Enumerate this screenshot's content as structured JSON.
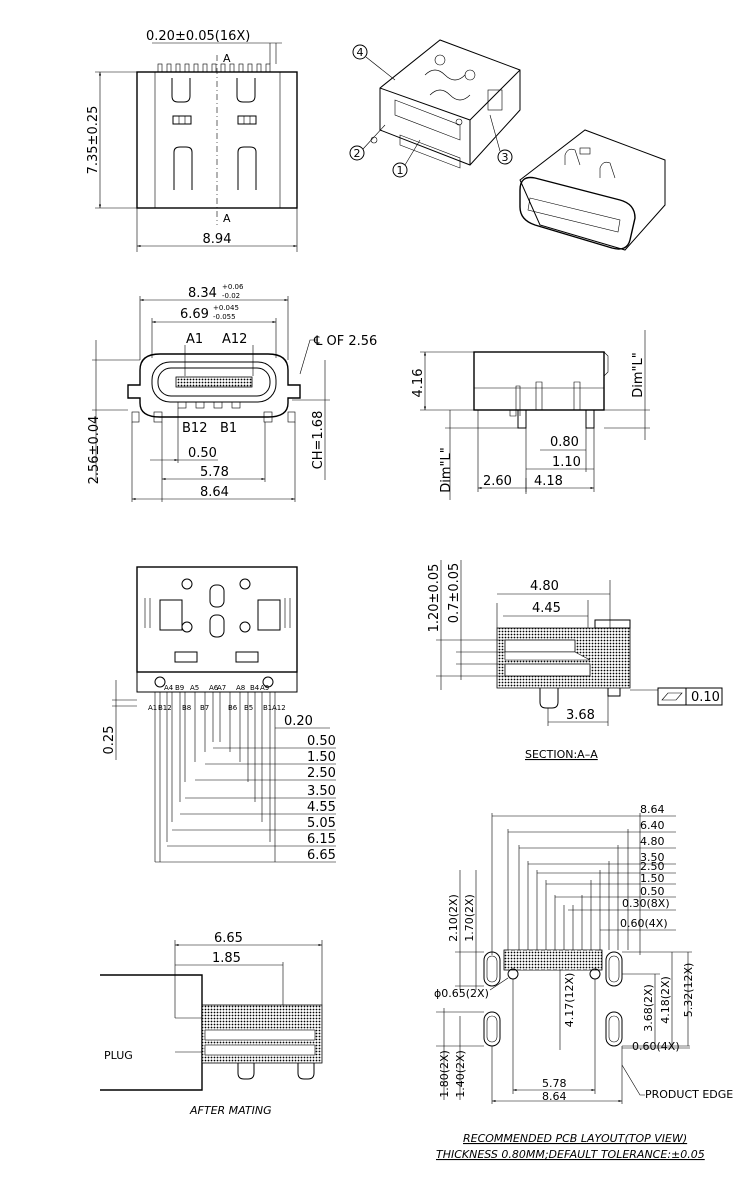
{
  "top_view": {
    "pitch_dim": "0.20±0.05(16X)",
    "height_dim": "7.35±0.25",
    "width_dim": "8.94",
    "section_mark_top": "A",
    "section_mark_bottom": "A"
  },
  "isometric": {
    "callouts": [
      "1",
      "2",
      "3",
      "4"
    ]
  },
  "front_view": {
    "outer_width": "8.34",
    "outer_tol_plus": "+0.06",
    "outer_tol_minus": "-0.02",
    "inner_width": "6.69",
    "inner_tol_plus": "+0.045",
    "inner_tol_minus": "-0.055",
    "label_a1": "A1",
    "label_a12": "A12",
    "label_b12": "B12",
    "label_b1": "B1",
    "centerline_note": "℄ OF 2.56",
    "height_dim": "2.56±0.04",
    "ch_dim": "CH=1.68",
    "dim_050": "0.50",
    "dim_578": "5.78",
    "dim_864": "8.64"
  },
  "side_view": {
    "height": "4.16",
    "dim_l_right": "Dim\"L\"",
    "dim_l_left": "Dim\"L\"",
    "dim_080": "0.80",
    "dim_110": "1.10",
    "dim_260": "2.60",
    "dim_418": "4.18"
  },
  "bottom_view": {
    "pin_labels_top": [
      "A4",
      "B9",
      "A5",
      "A6",
      "A7",
      "A8",
      "B4",
      "A9"
    ],
    "pin_labels_bottom": [
      "A1",
      "B12",
      "B8",
      "B7",
      "B6",
      "B5",
      "B1",
      "A12"
    ],
    "dim_025": "0.25",
    "dims": [
      "0.20",
      "0.50",
      "1.50",
      "2.50",
      "3.50",
      "4.55",
      "5.05",
      "6.15",
      "6.65"
    ]
  },
  "section": {
    "dim_120": "1.20±0.05",
    "dim_07": "0.7±0.05",
    "dim_480": "4.80",
    "dim_445": "4.45",
    "dim_368": "3.68",
    "flatness": "0.10",
    "title": "SECTION:A–A"
  },
  "mating": {
    "dim_665": "6.65",
    "dim_185": "1.85",
    "plug_label": "PLUG",
    "caption": "AFTER  MATING"
  },
  "pcb_layout": {
    "dims_top": [
      "8.64",
      "6.40",
      "4.80",
      "3.50",
      "2.50",
      "1.50",
      "0.50",
      "0.30(8X)",
      "0.60(4X)"
    ],
    "dim_210": "2.10(2X)",
    "dim_170": "1.70(2X)",
    "hole_dim": "ϕ0.65(2X)",
    "dim_417": "4.17(12X)",
    "dim_368": "3.68(2X)",
    "dim_418": "4.18(2X)",
    "dim_532": "5.32(12X)",
    "dim_060b": "0.60(4X)",
    "dim_180": "1.80(2X)",
    "dim_140": "1.40(2X)",
    "dim_578": "5.78",
    "dim_864": "8.64",
    "product_edge": "PRODUCT EDGE",
    "title": "RECOMMENDED  PCB  LAYOUT(TOP  VIEW)",
    "note": "THICKNESS  0.80MM;DEFAULT  TOLERANCE:±0.05"
  }
}
